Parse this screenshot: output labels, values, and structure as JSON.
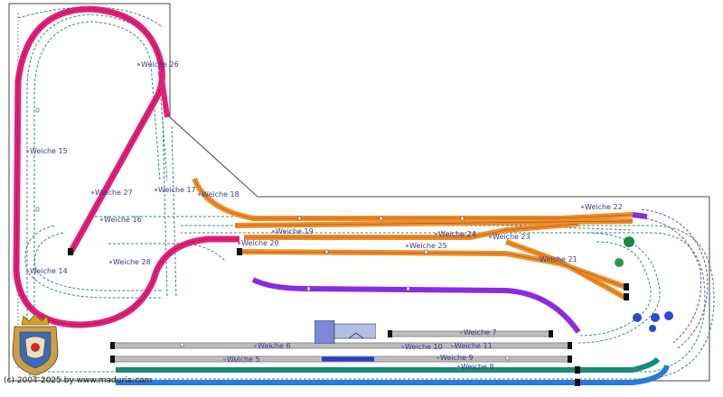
{
  "layout": {
    "labels": [
      {
        "id": "weiche-26",
        "text": "Weiche 26"
      },
      {
        "id": "weiche-15",
        "text": "Weiche 15"
      },
      {
        "id": "weiche-27",
        "text": "Weiche 27"
      },
      {
        "id": "weiche-17",
        "text": "Weiche 17"
      },
      {
        "id": "weiche-18",
        "text": "Weiche 18"
      },
      {
        "id": "weiche-16",
        "text": "Weiche 16"
      },
      {
        "id": "weiche-19",
        "text": "Weiche 19"
      },
      {
        "id": "weiche-20",
        "text": "Weiche 20"
      },
      {
        "id": "weiche-14",
        "text": "Weiche 14"
      },
      {
        "id": "weiche-28",
        "text": "Weiche 28"
      },
      {
        "id": "weiche-22",
        "text": "Weiche 22"
      },
      {
        "id": "weiche-24",
        "text": "Weiche 24"
      },
      {
        "id": "weiche-23",
        "text": "Weiche 23"
      },
      {
        "id": "weiche-25",
        "text": "Weiche 25"
      },
      {
        "id": "weiche-21",
        "text": "Weiche 21"
      },
      {
        "id": "weiche-6",
        "text": "Weiche 6"
      },
      {
        "id": "weiche-7",
        "text": "Weiche 7"
      },
      {
        "id": "weiche-10",
        "text": "Weiche 10"
      },
      {
        "id": "weiche-11",
        "text": "Weiche 11"
      },
      {
        "id": "weiche-5",
        "text": "Weiche 5"
      },
      {
        "id": "weiche-9",
        "text": "Weiche 9"
      },
      {
        "id": "weiche-8",
        "text": "Weiche 8"
      }
    ],
    "copyright": "(c) 2004-2025 by www.maduria.com"
  },
  "colors": {
    "magenta": "#e0207a",
    "orange": "#f08c28",
    "purple": "#8a2be2",
    "gray": "#c8c8c8",
    "teal": "#1a8a7a",
    "blue": "#2a7adb",
    "hidden": "#3a8a7a",
    "outline": "#444444"
  }
}
